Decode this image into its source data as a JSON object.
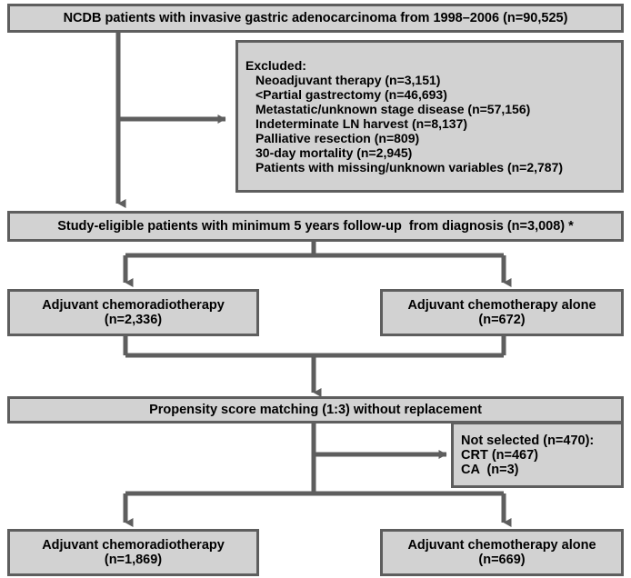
{
  "diagram": {
    "type": "flowchart",
    "title": "NCDB gastric adenocarcinoma patient selection flow diagram",
    "colors": {
      "box_fill": "#d2d2d2",
      "box_border": "#5e5e5e",
      "connector": "#5e5e5e",
      "text": "#000000",
      "background": "#ffffff"
    },
    "nodes": {
      "cohort": {
        "label": "NCDB patients with invasive gastric adenocarcinoma from 1998–2006 (n=90,525)"
      },
      "excluded": {
        "heading": "Excluded:",
        "items": [
          "Neoadjuvant therapy (n=3,151)",
          "<Partial gastrectomy (n=46,693)",
          "Metastatic/unknown stage disease (n=57,156)",
          "Indeterminate LN harvest (n=8,137)",
          "Palliative resection (n=809)",
          "30-day mortality (n=2,945)",
          "Patients with missing/unknown variables (n=2,787)"
        ]
      },
      "eligible": {
        "label": "Study-eligible patients with minimum 5 years follow-up  from diagnosis (n=3,008) *"
      },
      "crt_pre": {
        "line1": "Adjuvant chemoradiotherapy",
        "line2": "(n=2,336)"
      },
      "ca_pre": {
        "line1": "Adjuvant chemotherapy alone",
        "line2": "(n=672)"
      },
      "matching": {
        "label": "Propensity score matching (1:3) without replacement"
      },
      "not_selected": {
        "line1": "Not selected (n=470):",
        "line2": "CRT (n=467)",
        "line3": "CA  (n=3)"
      },
      "crt_post": {
        "line1": "Adjuvant chemoradiotherapy",
        "line2": "(n=1,869)"
      },
      "ca_post": {
        "line1": "Adjuvant chemotherapy alone",
        "line2": "(n=669)"
      }
    }
  }
}
